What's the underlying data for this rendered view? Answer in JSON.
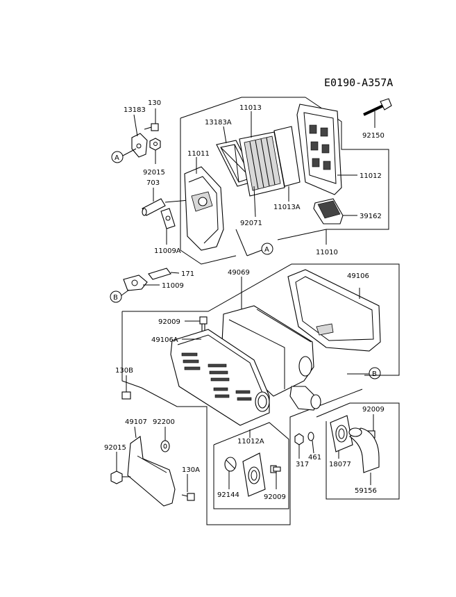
{
  "diagram": {
    "code": "E0190-A357A",
    "labels": {
      "l130": "130",
      "l13183": "13183",
      "l13183A": "13183A",
      "l11013": "11013",
      "l92150": "92150",
      "l11011": "11011",
      "l92015a": "92015",
      "l703": "703",
      "l11012": "11012",
      "l11013A": "11013A",
      "l92071": "92071",
      "l39162": "39162",
      "l11009A": "11009A",
      "l11010": "11010",
      "l171": "171",
      "l11009": "11009",
      "l49069": "49069",
      "l49106": "49106",
      "l92009a": "92009",
      "l49106A": "49106A",
      "l130B": "130B",
      "l49107": "49107",
      "l92200": "92200",
      "l92015b": "92015",
      "l130A": "130A",
      "l11012A": "11012A",
      "l92144": "92144",
      "l92009b": "92009",
      "l317": "317",
      "l461": "461",
      "l18077": "18077",
      "l92009c": "92009",
      "l59156": "59156"
    },
    "refs": {
      "a1": "A",
      "a2": "A",
      "b1": "B",
      "b2": "B"
    }
  }
}
